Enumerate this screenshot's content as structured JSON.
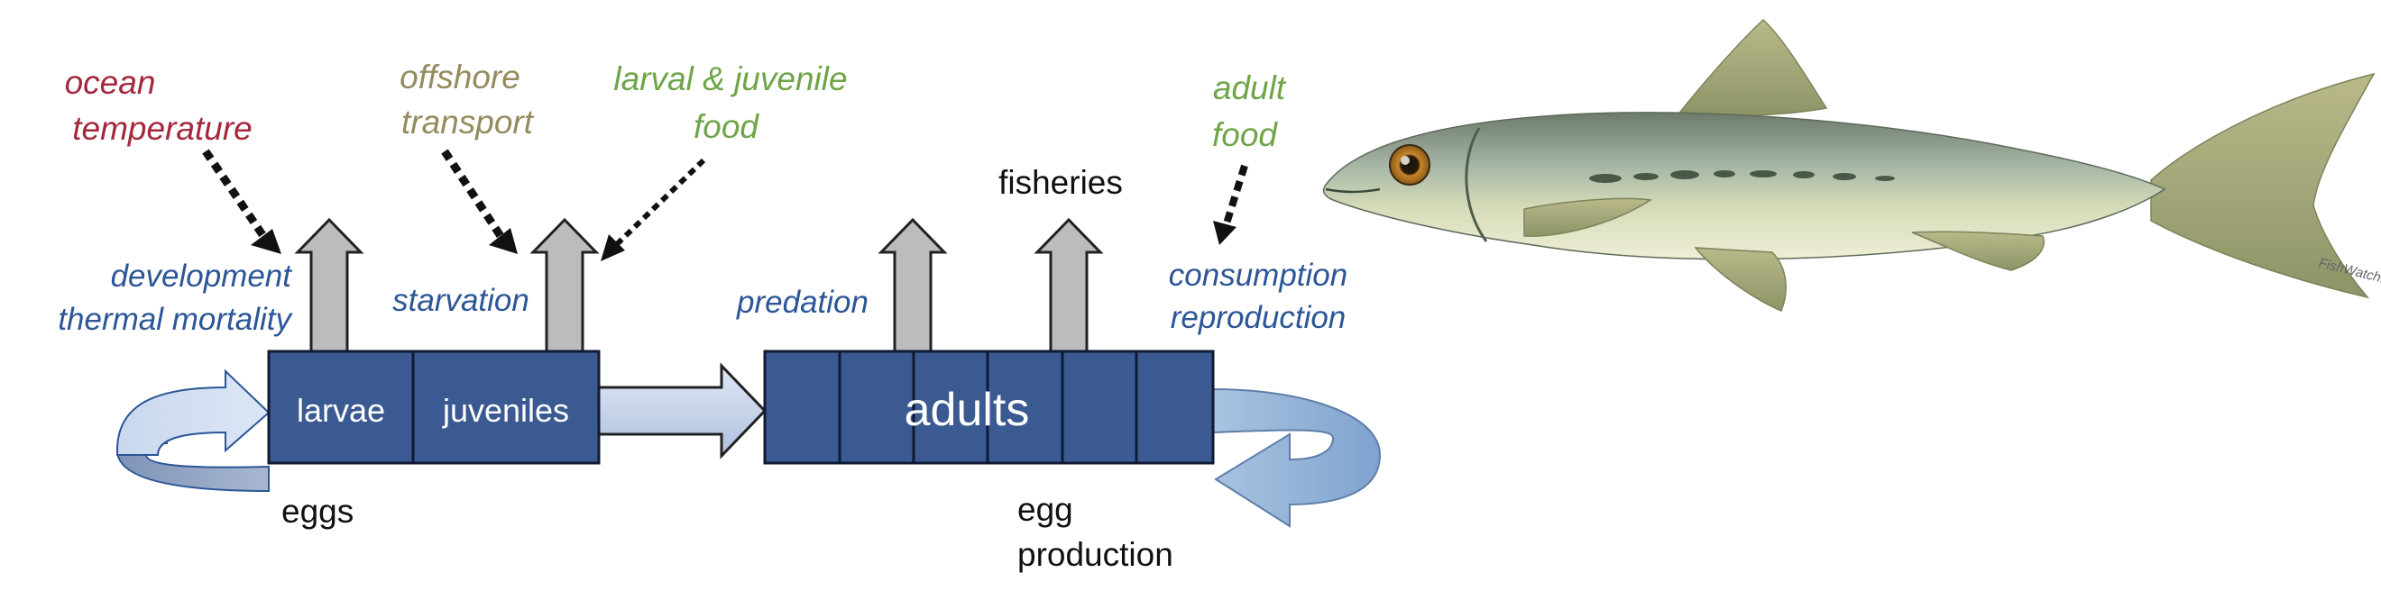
{
  "drivers": {
    "ocean_temperature": [
      "ocean",
      "temperature"
    ],
    "offshore_transport": [
      "offshore",
      "transport"
    ],
    "larval_juvenile_food": [
      "larval & juvenile",
      "food"
    ],
    "adult_food": [
      "adult",
      "food"
    ],
    "fisheries": "fisheries"
  },
  "processes": {
    "larvae": [
      "development",
      "thermal mortality"
    ],
    "juveniles": "starvation",
    "adults_loss": "predation",
    "adults_gain": [
      "consumption",
      "reproduction"
    ]
  },
  "stages": {
    "larvae": "larvae",
    "juveniles": "juveniles",
    "adults": "adults"
  },
  "loops": {
    "eggs": "eggs",
    "egg_production": [
      "egg",
      "production"
    ]
  },
  "illustration": {
    "subject": "fish",
    "credit": "FishWatch.gov"
  },
  "colors": {
    "ocean_temperature": "#a3283c",
    "offshore_transport": "#958b5e",
    "food": "#6fa548",
    "process_text": "#2c5697",
    "stage_box": "#3b5a92",
    "stage_border": "#0f1a33",
    "loss_arrow": "#bcbcbc",
    "flow_arrow": "#c9d7ee"
  }
}
